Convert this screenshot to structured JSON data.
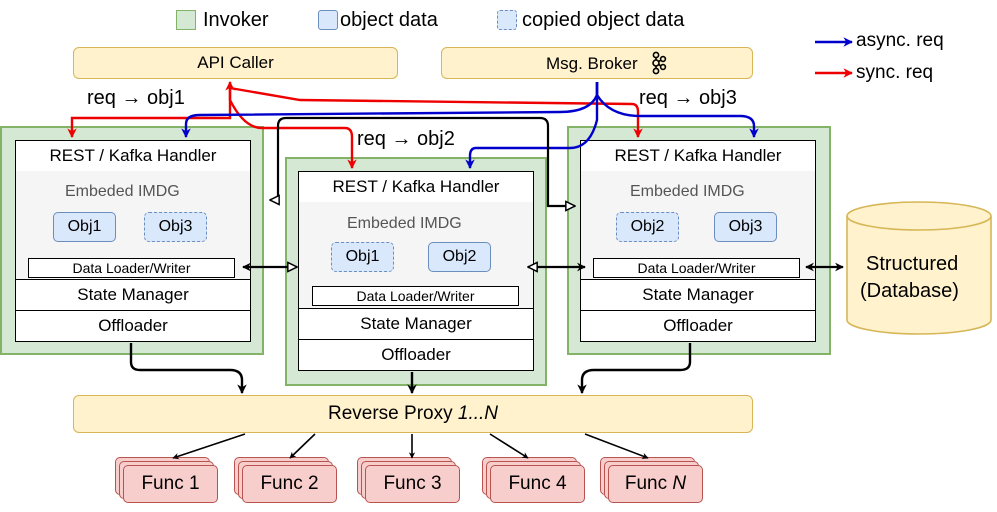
{
  "legend": {
    "invoker": "Invoker",
    "object_data": "object data",
    "copied_object_data": "copied object data",
    "async_req": "async. req",
    "sync_req": "sync. req"
  },
  "sources": {
    "api_caller": "API Caller",
    "msg_broker": "Msg. Broker"
  },
  "requests": {
    "obj1": "req → obj1",
    "obj2": "req → obj2",
    "obj3": "req → obj3"
  },
  "invokers": [
    {
      "handler": "REST / Kafka Handler",
      "imdg": "Embeded IMDG",
      "objects": [
        {
          "label": "Obj1",
          "copied": false
        },
        {
          "label": "Obj3",
          "copied": true
        }
      ],
      "loader": "Data Loader/Writer",
      "state": "State Manager",
      "offloader": "Offloader"
    },
    {
      "handler": "REST / Kafka Handler",
      "imdg": "Embeded IMDG",
      "objects": [
        {
          "label": "Obj1",
          "copied": true
        },
        {
          "label": "Obj2",
          "copied": false
        }
      ],
      "loader": "Data Loader/Writer",
      "state": "State Manager",
      "offloader": "Offloader"
    },
    {
      "handler": "REST / Kafka Handler",
      "imdg": "Embeded IMDG",
      "objects": [
        {
          "label": "Obj2",
          "copied": true
        },
        {
          "label": "Obj3",
          "copied": false
        }
      ],
      "loader": "Data Loader/Writer",
      "state": "State Manager",
      "offloader": "Offloader"
    }
  ],
  "database": {
    "line1": "Structured",
    "line2": "(Database)"
  },
  "proxy": {
    "label": "Reverse Proxy ",
    "range": "1...N"
  },
  "functions": [
    {
      "label": "Func 1"
    },
    {
      "label": "Func 2"
    },
    {
      "label": "Func 3"
    },
    {
      "label": "Func 4"
    },
    {
      "label": "Func ",
      "italic_suffix": "N"
    }
  ],
  "colors": {
    "invoker_fill": "#d5e8d4",
    "invoker_border": "#82b366",
    "object_fill": "#dae8fc",
    "object_border": "#6c8ebf",
    "yellow_fill": "#fff2cc",
    "yellow_border": "#d6b656",
    "func_fill": "#f8cecc",
    "func_border": "#b85450",
    "async_arrow": "#0000cc",
    "sync_arrow": "#ee0000"
  },
  "icons": {
    "msg_broker": "kafka-icon"
  }
}
